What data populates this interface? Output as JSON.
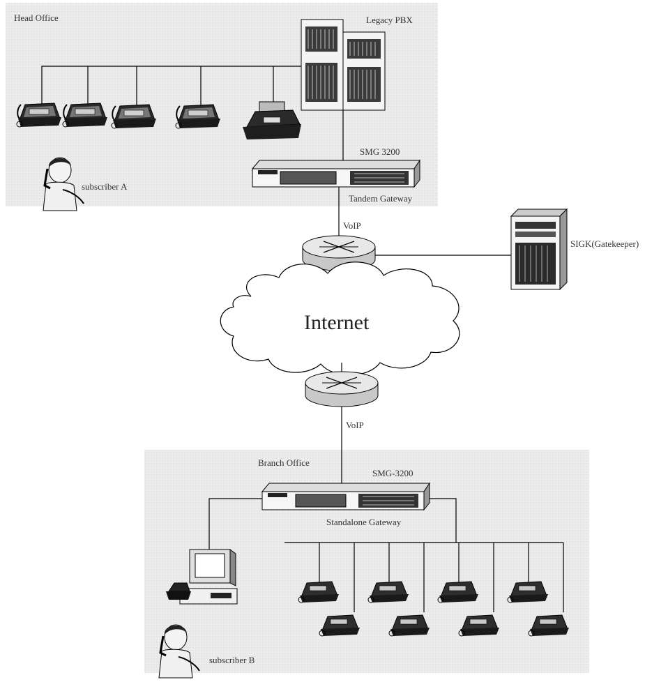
{
  "zones": {
    "head_office": "Head Office",
    "branch_office": "Branch Office"
  },
  "devices": {
    "legacy_pbx": "Legacy PBX",
    "smg_head": "SMG 3200",
    "tandem_gateway": "Tandem Gateway",
    "voip_top": "VoIP",
    "gatekeeper": "SIGK(Gatekeeper)",
    "internet": "Internet",
    "voip_bottom": "VoIP",
    "smg_branch": "SMG-3200",
    "standalone_gateway": "Standalone  Gateway"
  },
  "people": {
    "subscriber_a": "subscriber A",
    "subscriber_b": "subscriber B"
  },
  "icons": [
    "phone-icon",
    "fax-icon",
    "pbx-icon",
    "gateway-icon",
    "router-icon",
    "server-icon",
    "cloud-icon",
    "computer-icon",
    "person-icon"
  ]
}
